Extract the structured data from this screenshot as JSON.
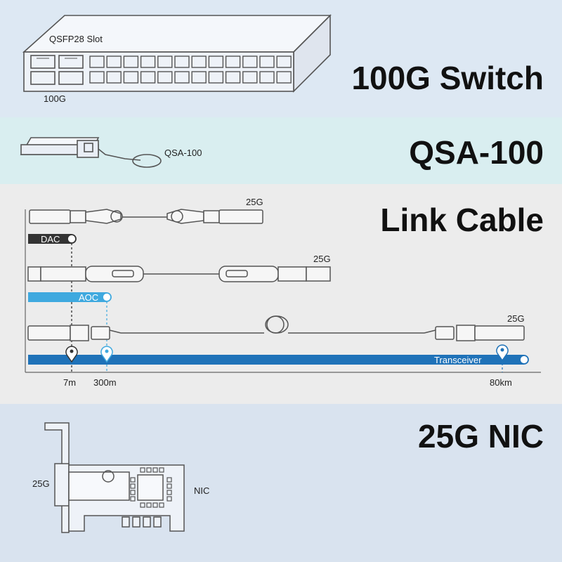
{
  "sections": {
    "switch": {
      "title": "100G Switch",
      "slot_label": "QSFP28 Slot",
      "port_label": "100G"
    },
    "qsa": {
      "title": "QSA-100",
      "module_label": "QSA-100"
    },
    "link": {
      "title": "Link Cable",
      "dac": {
        "label": "DAC",
        "speed": "25G",
        "reach": "7m"
      },
      "aoc": {
        "label": "AOC",
        "speed": "25G",
        "reach": "300m"
      },
      "transceiver": {
        "label": "Transceiver",
        "speed": "25G",
        "reach": "80km"
      }
    },
    "nic": {
      "title": "25G NIC",
      "port_label": "25G",
      "card_label": "NIC"
    }
  },
  "colors": {
    "dac_bar": "#333333",
    "aoc_bar": "#3fa9df",
    "transceiver_bar": "#1f72b8",
    "line": "#555555"
  }
}
